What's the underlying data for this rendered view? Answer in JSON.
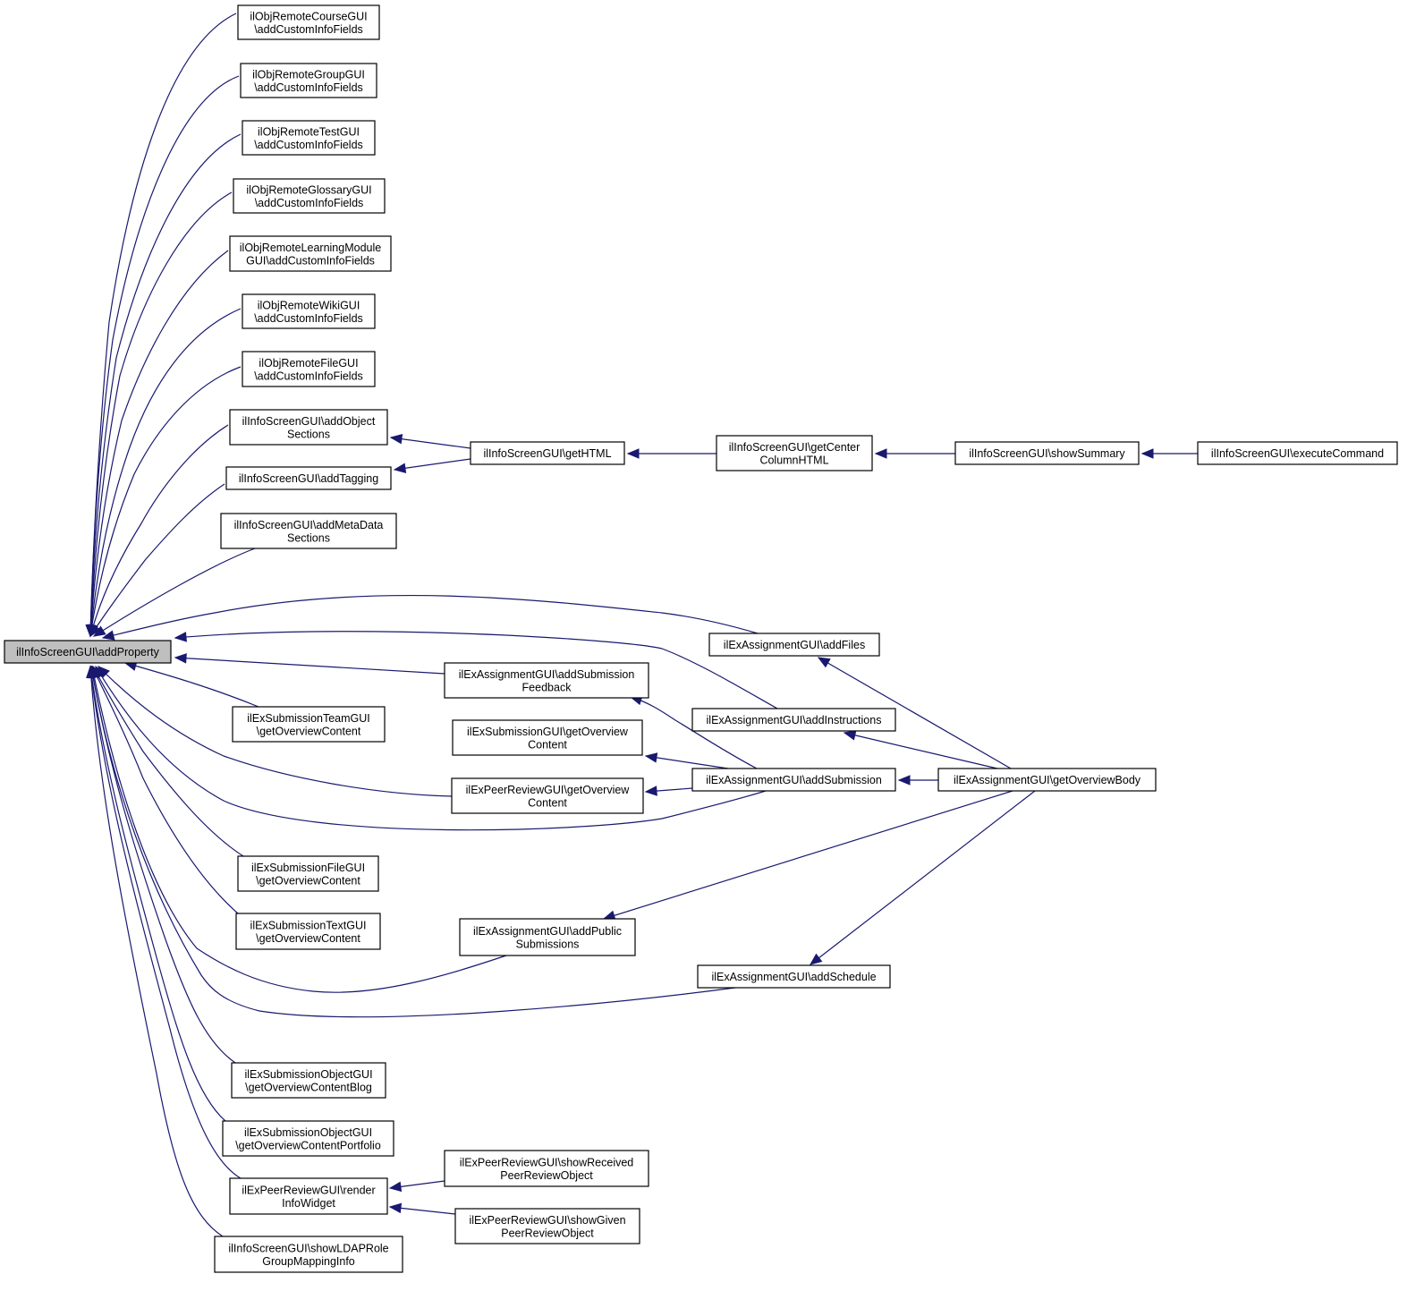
{
  "graph": {
    "edge_color": "#191970",
    "root_fill": "#bfbfbf",
    "nodes": [
      {
        "id": "root",
        "lines": [
          "ilInfoScreenGUI\\addProperty"
        ]
      },
      {
        "id": "n1",
        "lines": [
          "ilObjRemoteCourseGUI",
          "\\addCustomInfoFields"
        ]
      },
      {
        "id": "n2",
        "lines": [
          "ilObjRemoteGroupGUI",
          "\\addCustomInfoFields"
        ]
      },
      {
        "id": "n3",
        "lines": [
          "ilObjRemoteTestGUI",
          "\\addCustomInfoFields"
        ]
      },
      {
        "id": "n4",
        "lines": [
          "ilObjRemoteGlossaryGUI",
          "\\addCustomInfoFields"
        ]
      },
      {
        "id": "n5",
        "lines": [
          "ilObjRemoteLearningModule",
          "GUI\\addCustomInfoFields"
        ]
      },
      {
        "id": "n6",
        "lines": [
          "ilObjRemoteWikiGUI",
          "\\addCustomInfoFields"
        ]
      },
      {
        "id": "n7",
        "lines": [
          "ilObjRemoteFileGUI",
          "\\addCustomInfoFields"
        ]
      },
      {
        "id": "n8",
        "lines": [
          "ilInfoScreenGUI\\addObject",
          "Sections"
        ]
      },
      {
        "id": "n9",
        "lines": [
          "ilInfoScreenGUI\\addTagging"
        ]
      },
      {
        "id": "n10",
        "lines": [
          "ilInfoScreenGUI\\addMetaData",
          "Sections"
        ]
      },
      {
        "id": "n11",
        "lines": [
          "ilInfoScreenGUI\\getHTML"
        ]
      },
      {
        "id": "n12",
        "lines": [
          "ilInfoScreenGUI\\getCenter",
          "ColumnHTML"
        ]
      },
      {
        "id": "n13",
        "lines": [
          "ilInfoScreenGUI\\showSummary"
        ]
      },
      {
        "id": "n14",
        "lines": [
          "ilInfoScreenGUI\\executeCommand"
        ]
      },
      {
        "id": "n15",
        "lines": [
          "ilExAssignmentGUI\\addFiles"
        ]
      },
      {
        "id": "n16",
        "lines": [
          "ilExAssignmentGUI\\addSubmission",
          "Feedback"
        ]
      },
      {
        "id": "n17",
        "lines": [
          "ilExAssignmentGUI\\addInstructions"
        ]
      },
      {
        "id": "n18",
        "lines": [
          "ilExSubmissionTeamGUI",
          "\\getOverviewContent"
        ]
      },
      {
        "id": "n19",
        "lines": [
          "ilExSubmissionGUI\\getOverview",
          "Content"
        ]
      },
      {
        "id": "n20",
        "lines": [
          "ilExAssignmentGUI\\addSubmission"
        ]
      },
      {
        "id": "n21",
        "lines": [
          "ilExAssignmentGUI\\getOverviewBody"
        ]
      },
      {
        "id": "n22",
        "lines": [
          "ilExPeerReviewGUI\\getOverview",
          "Content"
        ]
      },
      {
        "id": "n23",
        "lines": [
          "ilExSubmissionFileGUI",
          "\\getOverviewContent"
        ]
      },
      {
        "id": "n24",
        "lines": [
          "ilExSubmissionTextGUI",
          "\\getOverviewContent"
        ]
      },
      {
        "id": "n25",
        "lines": [
          "ilExAssignmentGUI\\addPublic",
          "Submissions"
        ]
      },
      {
        "id": "n26",
        "lines": [
          "ilExAssignmentGUI\\addSchedule"
        ]
      },
      {
        "id": "n27",
        "lines": [
          "ilExSubmissionObjectGUI",
          "\\getOverviewContentBlog"
        ]
      },
      {
        "id": "n28",
        "lines": [
          "ilExSubmissionObjectGUI",
          "\\getOverviewContentPortfolio"
        ]
      },
      {
        "id": "n29",
        "lines": [
          "ilExPeerReviewGUI\\render",
          "InfoWidget"
        ]
      },
      {
        "id": "n30",
        "lines": [
          "ilExPeerReviewGUI\\showReceived",
          "PeerReviewObject"
        ]
      },
      {
        "id": "n31",
        "lines": [
          "ilExPeerReviewGUI\\showGiven",
          "PeerReviewObject"
        ]
      },
      {
        "id": "n32",
        "lines": [
          "ilInfoScreenGUI\\showLDAPRole",
          "GroupMappingInfo"
        ]
      }
    ],
    "edges": [
      {
        "from": "n1",
        "to": "root"
      },
      {
        "from": "n2",
        "to": "root"
      },
      {
        "from": "n3",
        "to": "root"
      },
      {
        "from": "n4",
        "to": "root"
      },
      {
        "from": "n5",
        "to": "root"
      },
      {
        "from": "n6",
        "to": "root"
      },
      {
        "from": "n7",
        "to": "root"
      },
      {
        "from": "n8",
        "to": "root"
      },
      {
        "from": "n9",
        "to": "root"
      },
      {
        "from": "n10",
        "to": "root"
      },
      {
        "from": "n15",
        "to": "root"
      },
      {
        "from": "n17",
        "to": "root"
      },
      {
        "from": "n16",
        "to": "root"
      },
      {
        "from": "n18",
        "to": "root"
      },
      {
        "from": "n22",
        "to": "root"
      },
      {
        "from": "n20",
        "to": "root"
      },
      {
        "from": "n23",
        "to": "root"
      },
      {
        "from": "n24",
        "to": "root"
      },
      {
        "from": "n25",
        "to": "root"
      },
      {
        "from": "n26",
        "to": "root"
      },
      {
        "from": "n27",
        "to": "root"
      },
      {
        "from": "n28",
        "to": "root"
      },
      {
        "from": "n29",
        "to": "root"
      },
      {
        "from": "n32",
        "to": "root"
      },
      {
        "from": "n11",
        "to": "n8"
      },
      {
        "from": "n11",
        "to": "n9"
      },
      {
        "from": "n12",
        "to": "n11"
      },
      {
        "from": "n13",
        "to": "n12"
      },
      {
        "from": "n14",
        "to": "n13"
      },
      {
        "from": "n21",
        "to": "n15"
      },
      {
        "from": "n20",
        "to": "n16"
      },
      {
        "from": "n21",
        "to": "n17"
      },
      {
        "from": "n19",
        "to": "n18"
      },
      {
        "from": "n20",
        "to": "n19"
      },
      {
        "from": "n20",
        "to": "n22"
      },
      {
        "from": "n21",
        "to": "n20"
      },
      {
        "from": "n21",
        "to": "n25"
      },
      {
        "from": "n21",
        "to": "n26"
      },
      {
        "from": "n30",
        "to": "n29"
      },
      {
        "from": "n31",
        "to": "n29"
      }
    ]
  }
}
